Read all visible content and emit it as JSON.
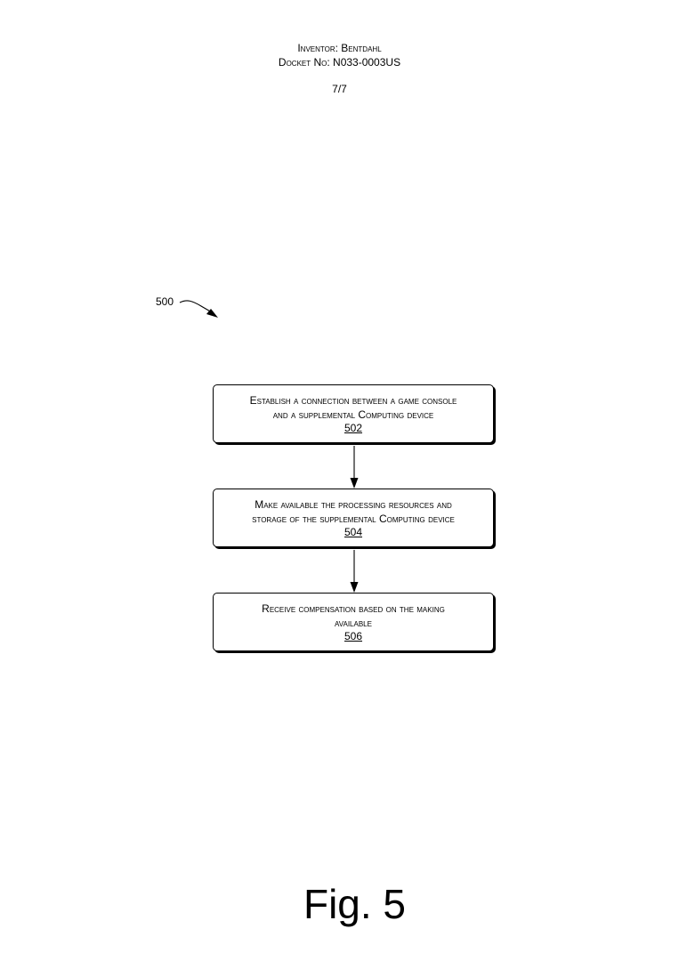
{
  "header": {
    "inventor": "Inventor: Bentdahl",
    "docket": "Docket No: N033-0003US",
    "sheet": "7/7"
  },
  "diagram": {
    "reference_numeral": "500",
    "steps": [
      {
        "line1": "Establish a connection between a game console",
        "line2": "and a supplemental Computing device",
        "number": "502"
      },
      {
        "line1": "Make available the processing resources and",
        "line2": "storage of the supplemental Computing device",
        "number": "504"
      },
      {
        "line1": "Receive compensation based on the making",
        "line2": "available",
        "number": "506"
      }
    ]
  },
  "figure_label": "Fig. 5"
}
